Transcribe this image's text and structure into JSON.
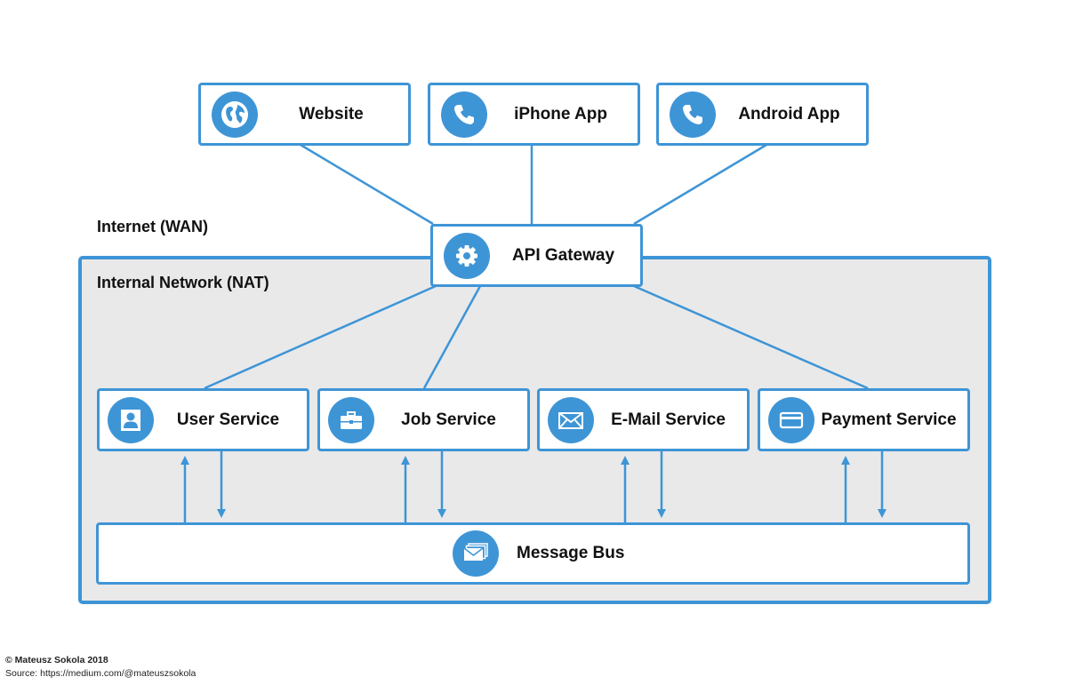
{
  "zones": {
    "wan_label": "Internet (WAN)",
    "nat_label": "Internal Network (NAT)"
  },
  "clients": [
    {
      "label": "Website",
      "icon": "globe-icon"
    },
    {
      "label": "iPhone App",
      "icon": "phone-icon"
    },
    {
      "label": "Android App",
      "icon": "phone-icon"
    }
  ],
  "gateway": {
    "label": "API Gateway",
    "icon": "gear-icon"
  },
  "services": [
    {
      "label": "User Service",
      "icon": "user-icon"
    },
    {
      "label": "Job Service",
      "icon": "briefcase-icon"
    },
    {
      "label": "E-Mail Service",
      "icon": "envelope-icon"
    },
    {
      "label": "Payment Service",
      "icon": "credit-card-icon"
    }
  ],
  "bus": {
    "label": "Message Bus",
    "icon": "stacked-mail-icon"
  },
  "footer": {
    "copyright": "© Mateusz Sokola 2018",
    "source": "Source: https://medium.com/@mateuszsokola"
  },
  "colors": {
    "accent": "#3e95d6",
    "network_fill": "#e9e9ea",
    "text": "#111111"
  }
}
